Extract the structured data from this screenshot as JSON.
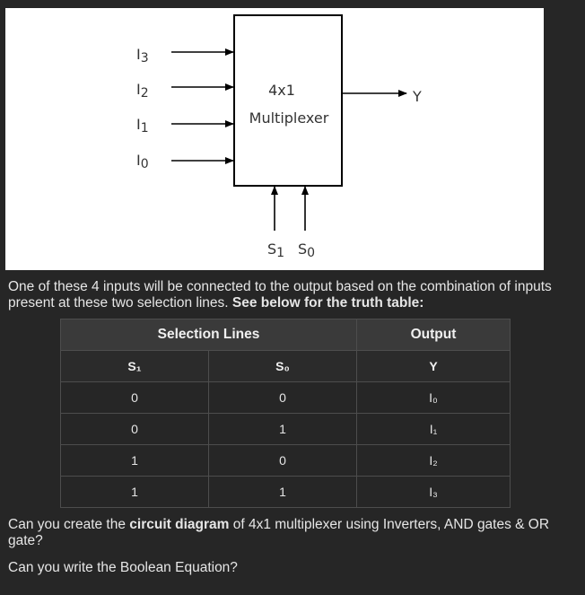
{
  "diagram": {
    "inputs": [
      {
        "letter": "I",
        "sub": "3"
      },
      {
        "letter": "I",
        "sub": "2"
      },
      {
        "letter": "I",
        "sub": "1"
      },
      {
        "letter": "I",
        "sub": "0"
      }
    ],
    "block_line1": "4x1",
    "block_line2": "Multiplexer",
    "output_label": "Y",
    "select_labels": [
      {
        "letter": "S",
        "sub": "1"
      },
      {
        "letter": "S",
        "sub": "0"
      }
    ]
  },
  "intro": {
    "text": "One of these 4 inputs will be connected to the output based on the combination of inputs present at these two selection lines. ",
    "bold": "See below for the truth table:"
  },
  "table": {
    "group_headers": [
      "Selection Lines",
      "Output"
    ],
    "columns": [
      "S₁",
      "S₀",
      "Y"
    ],
    "rows": [
      [
        "0",
        "0",
        "I₀"
      ],
      [
        "0",
        "1",
        "I₁"
      ],
      [
        "1",
        "0",
        "I₂"
      ],
      [
        "1",
        "1",
        "I₃"
      ]
    ]
  },
  "question1": {
    "before": "Can you create the ",
    "bold": "circuit diagram",
    "after": " of 4x1 multiplexer using Inverters, AND gates & OR gate?"
  },
  "question2": {
    "text": "Can you write the Boolean Equation?"
  }
}
